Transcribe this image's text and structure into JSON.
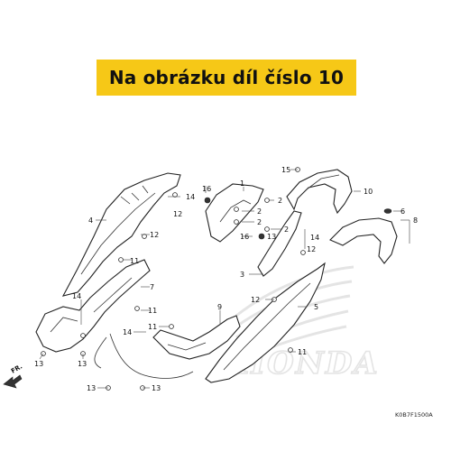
{
  "banner": {
    "text": "Na obrázku díl číslo 10"
  },
  "diagram": {
    "direction_label": "FR.",
    "drawing_code": "K0B7F1500A",
    "callouts": {
      "c1": "1",
      "c2a": "2",
      "c2b": "2",
      "c2c": "2",
      "c2d": "2",
      "c3": "3",
      "c4": "4",
      "c5": "5",
      "c6": "6",
      "c7": "7",
      "c8": "8",
      "c9": "9",
      "c10": "10",
      "c11a": "11",
      "c11b": "11",
      "c11c": "11",
      "c11d": "11",
      "c12a": "12",
      "c12b": "12",
      "c12c": "12",
      "c12d": "12",
      "c13a": "13",
      "c13b": "13",
      "c13c": "13",
      "c13d": "13",
      "c13e": "13",
      "c14a": "14",
      "c14b": "14",
      "c14c": "14",
      "c14d": "14",
      "c15": "15",
      "c16a": "16",
      "c16b": "16"
    },
    "watermark_logo": "HONDA wing"
  }
}
